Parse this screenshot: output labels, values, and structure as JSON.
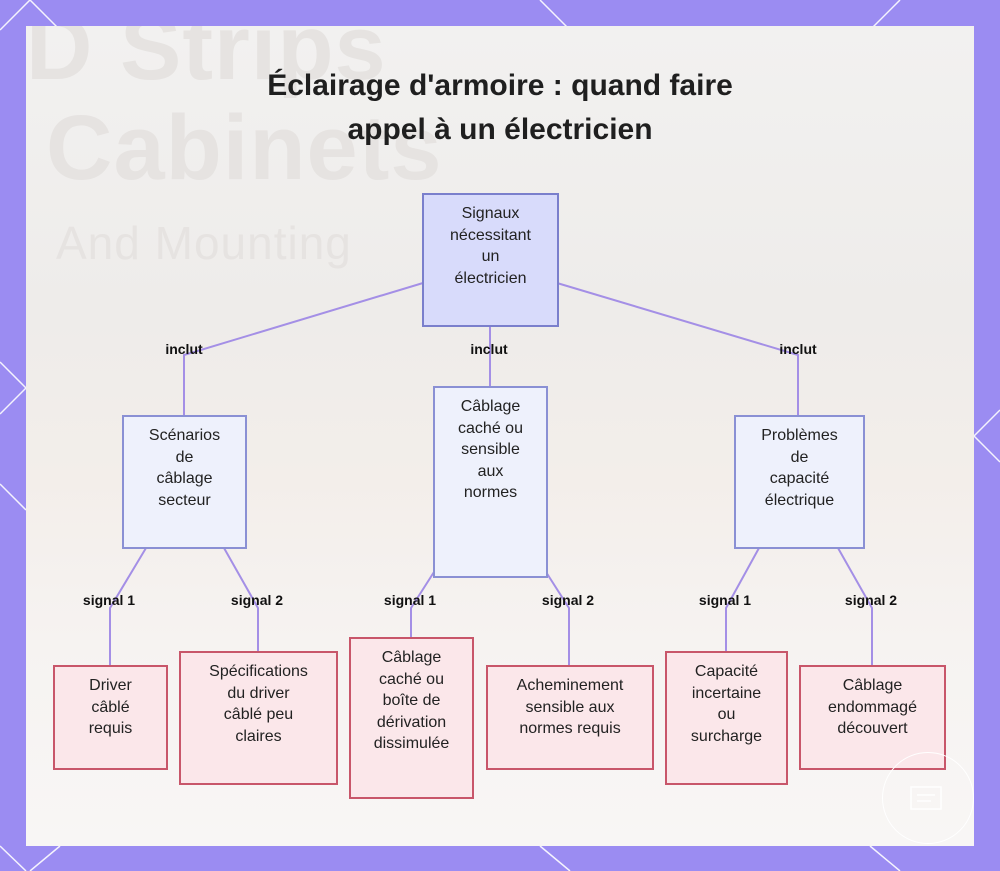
{
  "title": {
    "line1": "Éclairage d'armoire : quand faire",
    "line2": "appel à un électricien"
  },
  "background_text": {
    "line1": "D Strips",
    "line2": "Cabinets",
    "line3": "And Mounting"
  },
  "nodes": {
    "root": {
      "lines": [
        "Signaux",
        "nécessitant",
        "un",
        "électricien"
      ]
    },
    "cat_left": {
      "lines": [
        "Scénarios",
        "de",
        "câblage",
        "secteur"
      ]
    },
    "cat_mid": {
      "lines": [
        "Câblage",
        "caché ou",
        "sensible",
        "aux",
        "normes"
      ]
    },
    "cat_right": {
      "lines": [
        "Problèmes",
        "de",
        "capacité",
        "électrique"
      ]
    },
    "leaf1": {
      "lines": [
        "Driver",
        "câblé",
        "requis"
      ]
    },
    "leaf2": {
      "lines": [
        "Spécifications",
        "du driver",
        "câblé peu",
        "claires"
      ]
    },
    "leaf3": {
      "lines": [
        "Câblage",
        "caché ou",
        "boîte de",
        "dérivation",
        "dissimulée"
      ]
    },
    "leaf4": {
      "lines": [
        "Acheminement",
        "sensible aux",
        "normes requis"
      ]
    },
    "leaf5": {
      "lines": [
        "Capacité",
        "incertaine",
        "ou",
        "surcharge"
      ]
    },
    "leaf6": {
      "lines": [
        "Câblage",
        "endommagé",
        "découvert"
      ]
    }
  },
  "edge_labels": {
    "includes": "inclut",
    "signal1": "signal 1",
    "signal2": "signal 2"
  },
  "colors": {
    "frame": "#9b8cf2",
    "edge": "#a48fe6",
    "root_fill": "#d8dbfb",
    "category_fill": "#eef1fc",
    "leaf_fill": "#fbe7ea",
    "leaf_border": "#c8566a"
  }
}
